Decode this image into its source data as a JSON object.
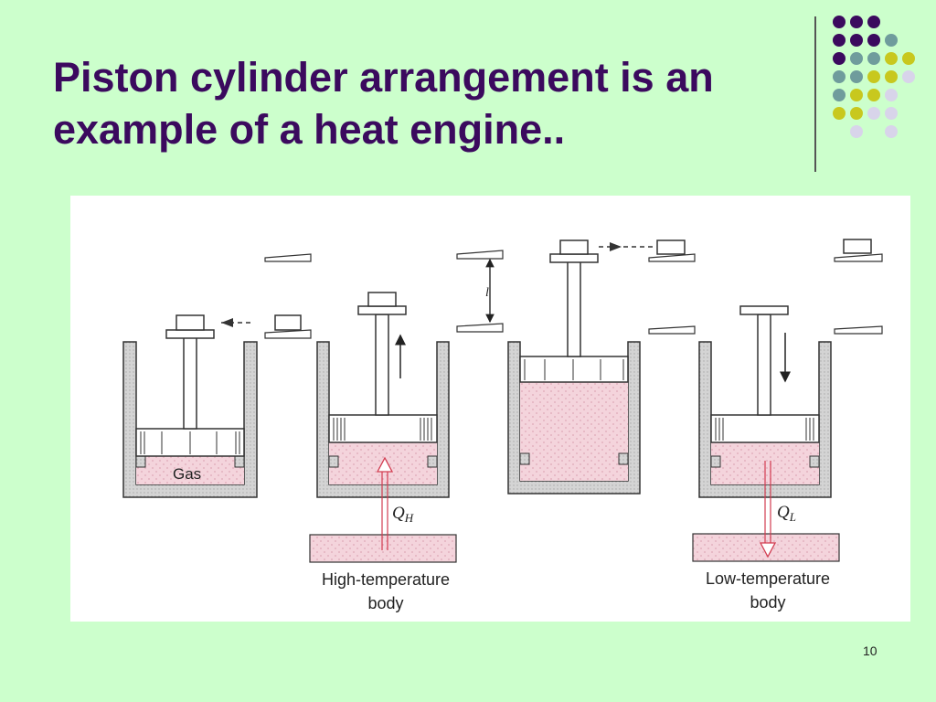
{
  "slide": {
    "title": "Piston cylinder arrangement is an example of a heat engine..",
    "page_number": "10"
  },
  "figure": {
    "gas_label": "Gas",
    "q_high": "Q",
    "q_high_sub": "H",
    "q_low": "Q",
    "q_low_sub": "L",
    "high_body_line1": "High-temperature",
    "high_body_line2": "body",
    "low_body_line1": "Low-temperature",
    "low_body_line2": "body",
    "stroke_label": "l"
  },
  "colors": {
    "background": "#ccffcc",
    "title": "#3b0a5e",
    "gas_fill": "#f4d4dc",
    "wall": "#cfcfcf",
    "arrow_red": "#d23c50",
    "dot_purple": "#3b0a5e",
    "dot_teal": "#6f9c9c",
    "dot_olive": "#c8c81e",
    "dot_lavender": "#d8d4ea"
  }
}
